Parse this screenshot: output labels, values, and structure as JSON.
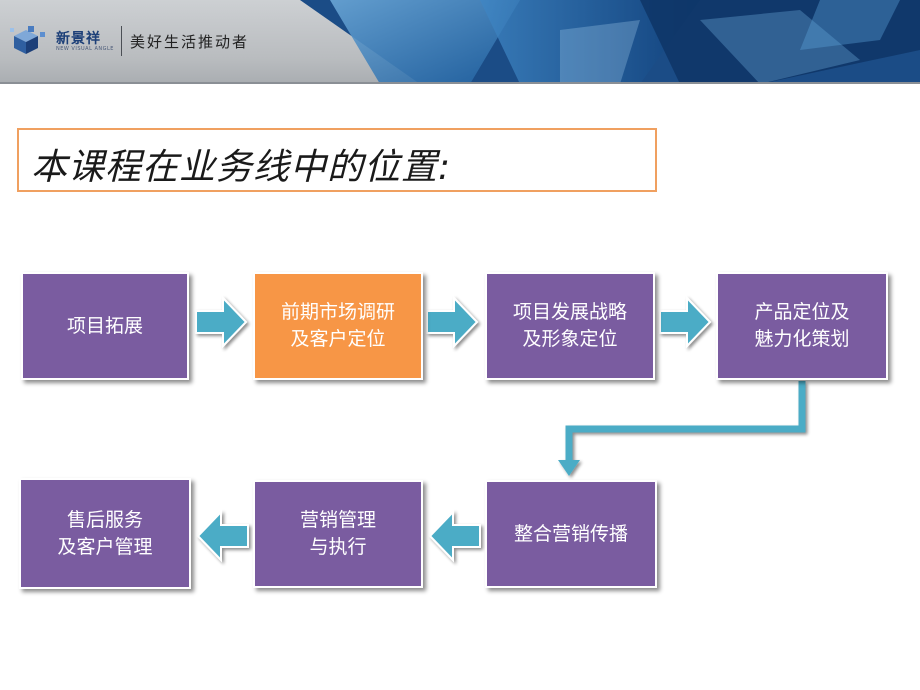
{
  "header": {
    "logo_text": "新景祥",
    "logo_subtext": "NEW VISUAL ANGLE",
    "slogan": "美好生活推动者"
  },
  "title": "本课程在业务线中的位置:",
  "process": {
    "row1": [
      {
        "label": "项目拓展",
        "highlight": false
      },
      {
        "label": "前期市场调研\n及客户定位",
        "highlight": true
      },
      {
        "label": "项目发展战略\n及形象定位",
        "highlight": false
      },
      {
        "label": "产品定位及\n魅力化策划",
        "highlight": false
      }
    ],
    "row2": [
      {
        "label": "售后服务\n及客户管理",
        "highlight": false
      },
      {
        "label": "营销管理\n与执行",
        "highlight": false
      },
      {
        "label": "整合营销传播",
        "highlight": false
      }
    ]
  },
  "colors": {
    "box_default": "#7a5ca0",
    "box_highlight": "#f79646",
    "arrow": "#4bacc6",
    "title_border": "#f0a060"
  }
}
